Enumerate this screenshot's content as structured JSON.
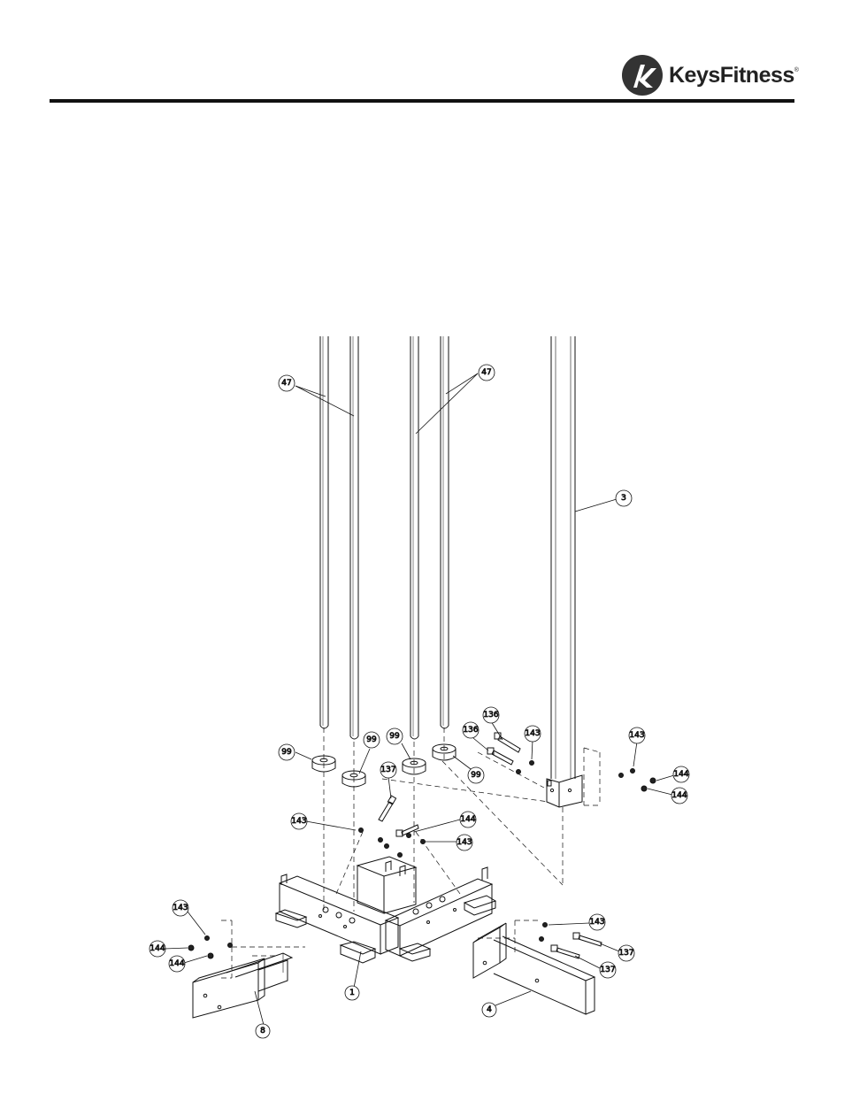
{
  "brand": {
    "name_part1": "Keys",
    "name_part2": "Fitness",
    "registered": "®"
  },
  "callouts": [
    {
      "id": "c47a",
      "label": "47"
    },
    {
      "id": "c47b",
      "label": "47"
    },
    {
      "id": "c3",
      "label": "3"
    },
    {
      "id": "c99a",
      "label": "99"
    },
    {
      "id": "c99b",
      "label": "99"
    },
    {
      "id": "c99c",
      "label": "99"
    },
    {
      "id": "c99d",
      "label": "99"
    },
    {
      "id": "c136a",
      "label": "136"
    },
    {
      "id": "c136b",
      "label": "136"
    },
    {
      "id": "c143a",
      "label": "143"
    },
    {
      "id": "c143b",
      "label": "143"
    },
    {
      "id": "c144a",
      "label": "144"
    },
    {
      "id": "c144b",
      "label": "144"
    },
    {
      "id": "c137a",
      "label": "137"
    },
    {
      "id": "c143c",
      "label": "143"
    },
    {
      "id": "c144c",
      "label": "144"
    },
    {
      "id": "c143d",
      "label": "143"
    },
    {
      "id": "c143e",
      "label": "143"
    },
    {
      "id": "c144d",
      "label": "144"
    },
    {
      "id": "c144e",
      "label": "144"
    },
    {
      "id": "c143f",
      "label": "143"
    },
    {
      "id": "c137b",
      "label": "137"
    },
    {
      "id": "c137c",
      "label": "137"
    },
    {
      "id": "c1",
      "label": "1"
    },
    {
      "id": "c8",
      "label": "8"
    },
    {
      "id": "c4",
      "label": "4"
    }
  ]
}
